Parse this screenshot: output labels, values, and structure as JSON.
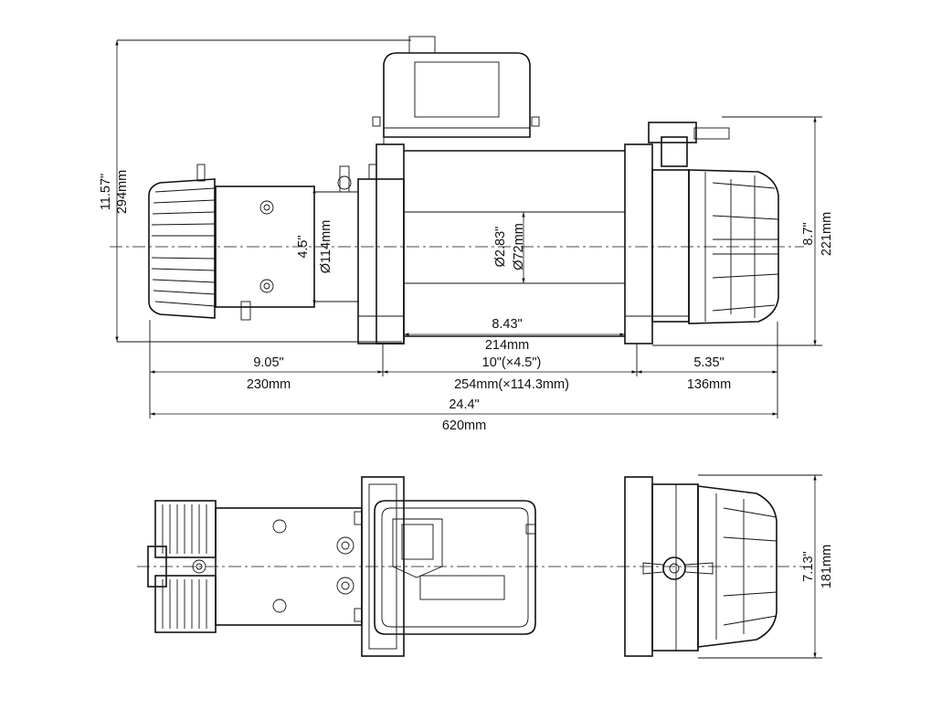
{
  "diagram": {
    "dimensions": {
      "overall_height": {
        "inch": "11.57\"",
        "mm": "294mm"
      },
      "motor_diameter": {
        "inch": "4.5\"",
        "mm": "Ø114mm"
      },
      "drum_diameter": {
        "inch": "Ø2.83\"",
        "mm": "Ø72mm"
      },
      "drum_length": {
        "inch": "8.43\"",
        "mm": "214mm"
      },
      "motor_section": {
        "inch": "9.05\"",
        "mm": "230mm"
      },
      "mount_spacing": {
        "inch": "10\"(×4.5\")",
        "mm": "254mm(×114.3mm)"
      },
      "gearbox_section": {
        "inch": "5.35\"",
        "mm": "136mm"
      },
      "overall_length": {
        "inch": "24.4\"",
        "mm": "620mm"
      },
      "side_height": {
        "inch": "8.7\"",
        "mm": "221mm"
      },
      "overall_width": {
        "inch": "7.13\"",
        "mm": "181mm"
      }
    }
  }
}
